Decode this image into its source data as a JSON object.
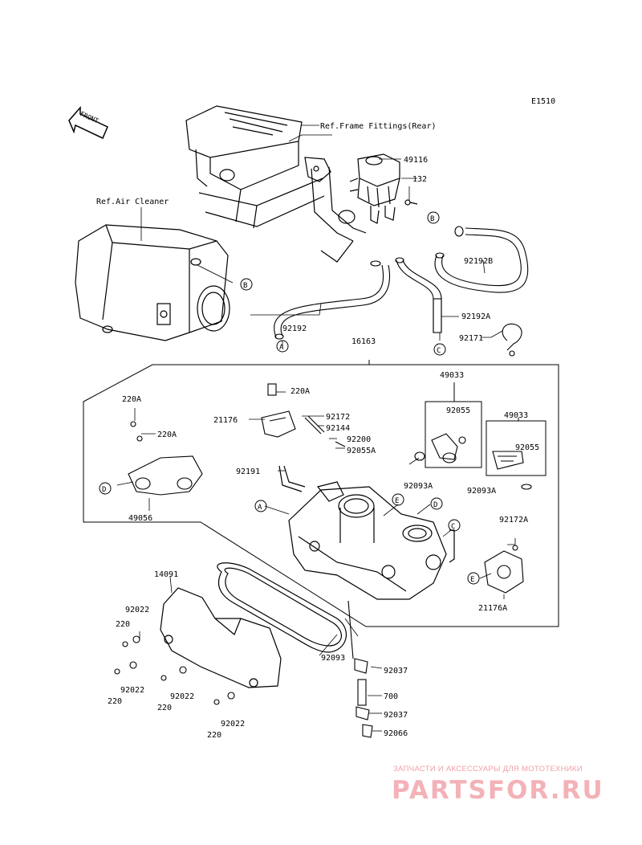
{
  "diagram_code": "E1510",
  "front_label": "FRONT",
  "refs": {
    "frame": "Ref.Frame Fittings(Rear)",
    "air_cleaner": "Ref.Air Cleaner"
  },
  "parts": {
    "p49116": "49116",
    "p132": "132",
    "p92192B": "92192B",
    "p92192": "92192",
    "p92192A": "92192A",
    "p92171": "92171",
    "p16163": "16163",
    "p49033_a": "49033",
    "p92055_a": "92055",
    "p49033_b": "49033",
    "p92055_b": "92055",
    "p220A_top": "220A",
    "p220A_left1": "220A",
    "p220A_left2": "220A",
    "p21176": "21176",
    "p92172": "92172",
    "p92144": "92144",
    "p92200": "92200",
    "p92055A": "92055A",
    "p92191": "92191",
    "p92093A_1": "92093A",
    "p92093A_2": "92093A",
    "p49056": "49056",
    "p92172A": "92172A",
    "p21176A": "21176A",
    "p14091": "14091",
    "p92022_1": "92022",
    "p220_1": "220",
    "p92022_2": "92022",
    "p220_2": "220",
    "p92022_3": "92022",
    "p220_3": "220",
    "p92022_4": "92022",
    "p220_4": "220",
    "p92093": "92093",
    "p92037_1": "92037",
    "p700": "700",
    "p92037_2": "92037",
    "p92066": "92066"
  },
  "markers": {
    "A1": "A",
    "B1": "B",
    "B2": "B",
    "C1": "C",
    "D1": "D",
    "A2": "A",
    "E1": "E",
    "D2": "D",
    "C2": "C",
    "E2": "E"
  },
  "watermark": {
    "tagline": "ЗАПЧАСТИ И АКСЕССУАРЫ ДЛЯ МОТОТЕХНИКИ",
    "brand": "PARTSFOR.RU"
  },
  "colors": {
    "line": "#000000",
    "watermark": "#f3b2b8"
  }
}
